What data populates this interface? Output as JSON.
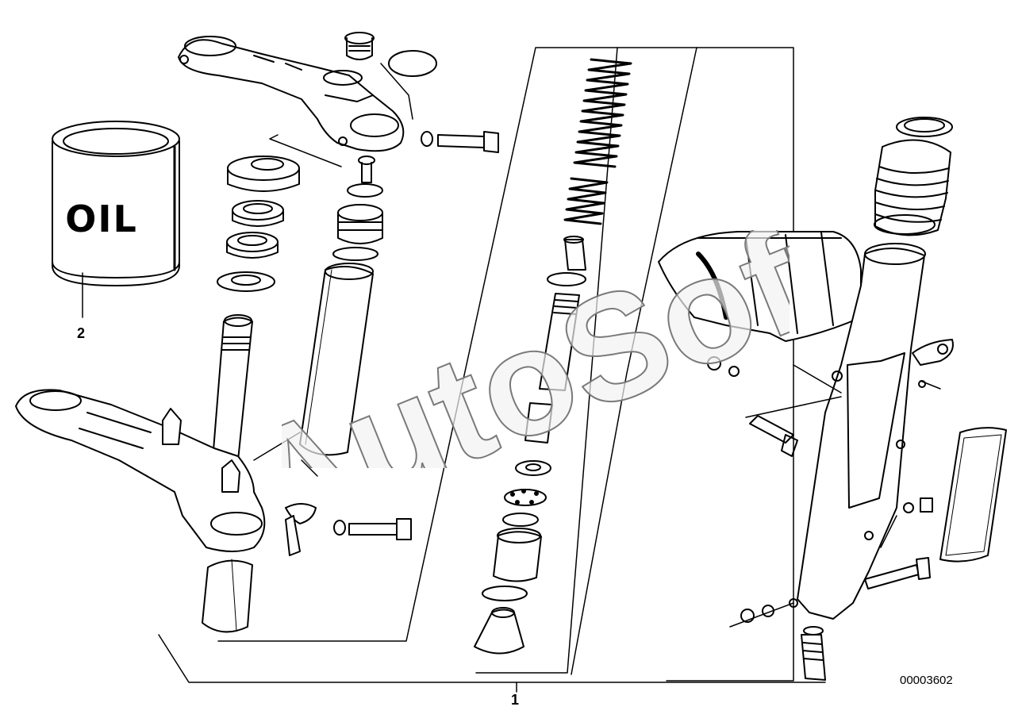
{
  "callouts": {
    "one": "1",
    "two": "2"
  },
  "oil_can": {
    "label": "OIL"
  },
  "drawing_number": "00003602",
  "watermark": "AutoSoft",
  "colors": {
    "line": "#000000",
    "background": "#ffffff",
    "watermark_fill": "#f2f2f2"
  }
}
